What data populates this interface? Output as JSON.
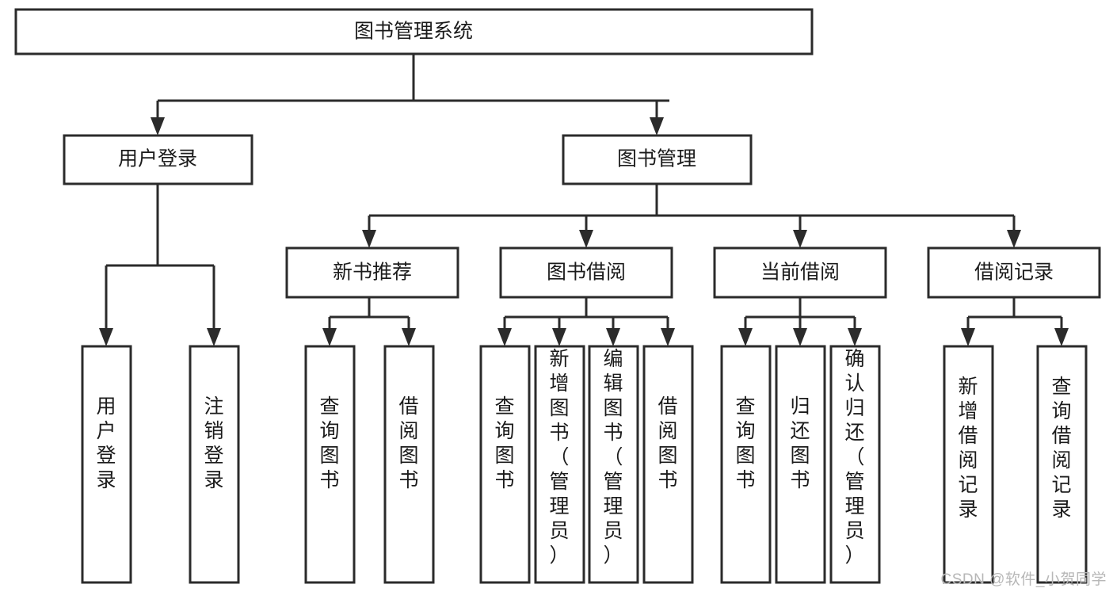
{
  "diagram": {
    "title": "图书管理系统",
    "type": "tree-hierarchy-chart",
    "colors": {
      "box_fill": "#ffffff",
      "box_stroke": "#2b2b2b",
      "text": "#1b1b1b",
      "connector": "#2b2b2b",
      "watermark": "#b7b7b7",
      "background": "#ffffff"
    },
    "root": {
      "label": "图书管理系统"
    },
    "level2": [
      {
        "label": "用户登录"
      },
      {
        "label": "图书管理"
      }
    ],
    "level3": [
      {
        "label": "新书推荐"
      },
      {
        "label": "图书借阅"
      },
      {
        "label": "当前借阅"
      },
      {
        "label": "借阅记录"
      }
    ],
    "leaves": {
      "user_login": [
        {
          "label": "用户登录"
        },
        {
          "label": "注销登录"
        }
      ],
      "new_book_recommend": [
        {
          "label": "查询图书"
        },
        {
          "label": "借阅图书"
        }
      ],
      "book_borrow": [
        {
          "label": "查询图书"
        },
        {
          "label": "新增图书（管理员）"
        },
        {
          "label": "编辑图书（管理员）"
        },
        {
          "label": "借阅图书"
        }
      ],
      "current_borrow": [
        {
          "label": "查询图书"
        },
        {
          "label": "归还图书"
        },
        {
          "label": "确认归还（管理员）"
        }
      ],
      "borrow_records": [
        {
          "label": "新增借阅记录"
        },
        {
          "label": "查询借阅记录"
        }
      ]
    }
  },
  "watermark": {
    "text": "CSDN @软件_小贺同学"
  }
}
